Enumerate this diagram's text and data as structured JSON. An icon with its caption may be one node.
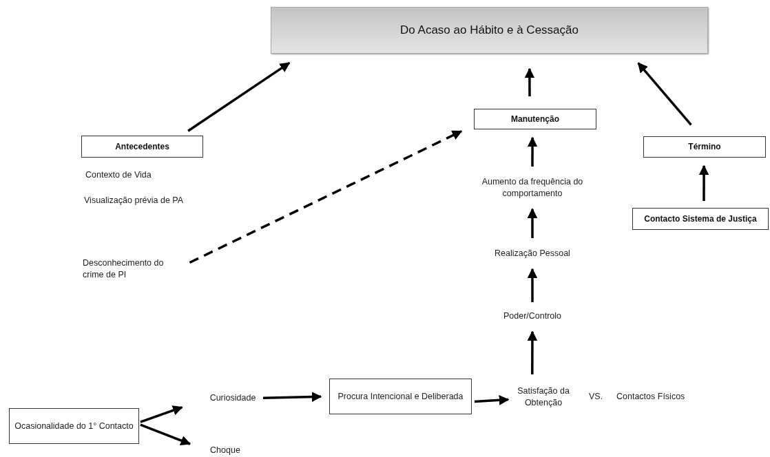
{
  "diagram": {
    "nodes": [
      {
        "text": [
          "Do Acaso ao Hábito e à Cessação"
        ]
      },
      {
        "text": [
          "Antecedentes"
        ]
      },
      {
        "text": [
          "Contexto de Vida"
        ]
      },
      {
        "text": [
          "Visualização prévia de PA"
        ]
      },
      {
        "text": [
          "Desconhecimento do crime de PI"
        ]
      },
      {
        "text": [
          "Manutenção"
        ]
      },
      {
        "text": [
          "Aumento da frequência do comportamento"
        ]
      },
      {
        "text": [
          "Realização Pessoal"
        ]
      },
      {
        "text": [
          "Poder/Controlo"
        ]
      },
      {
        "text": [
          "Término"
        ]
      },
      {
        "text": [
          "Contacto Sistema de Justiça"
        ]
      },
      {
        "text": [
          "Ocasionalidade do 1° Contacto"
        ]
      },
      {
        "text": [
          "Curiosidade"
        ]
      },
      {
        "text": [
          "Choque"
        ]
      },
      {
        "text": [
          "Procura Intencional e Deliberada"
        ]
      },
      {
        "text": [
          "Satisfação da Obtenção"
        ]
      }
    ],
    "edges": [
      {
        "from": 1,
        "to": 0,
        "arrow": "to"
      },
      {
        "from": 4,
        "to": 5,
        "arrow": "to",
        "style": "dashed"
      },
      {
        "from": 5,
        "to": 0,
        "arrow": "to"
      },
      {
        "from": 9,
        "to": 0,
        "arrow": "to"
      },
      {
        "from": 6,
        "to": 5,
        "arrow": "to"
      },
      {
        "from": 7,
        "to": 6,
        "arrow": "to"
      },
      {
        "from": 8,
        "to": 7,
        "arrow": "to"
      },
      {
        "from": 15,
        "to": 8,
        "arrow": "to"
      },
      {
        "from": 10,
        "to": 9,
        "arrow": "to"
      },
      {
        "from": 11,
        "to": 12,
        "arrow": "to"
      },
      {
        "from": 11,
        "to": 13,
        "arrow": "to"
      },
      {
        "from": 12,
        "to": 14,
        "arrow": "to"
      },
      {
        "from": 14,
        "to": 15,
        "arrow": "to"
      }
    ],
    "labels": [
      "VS.",
      "Contactos Físicos"
    ]
  }
}
